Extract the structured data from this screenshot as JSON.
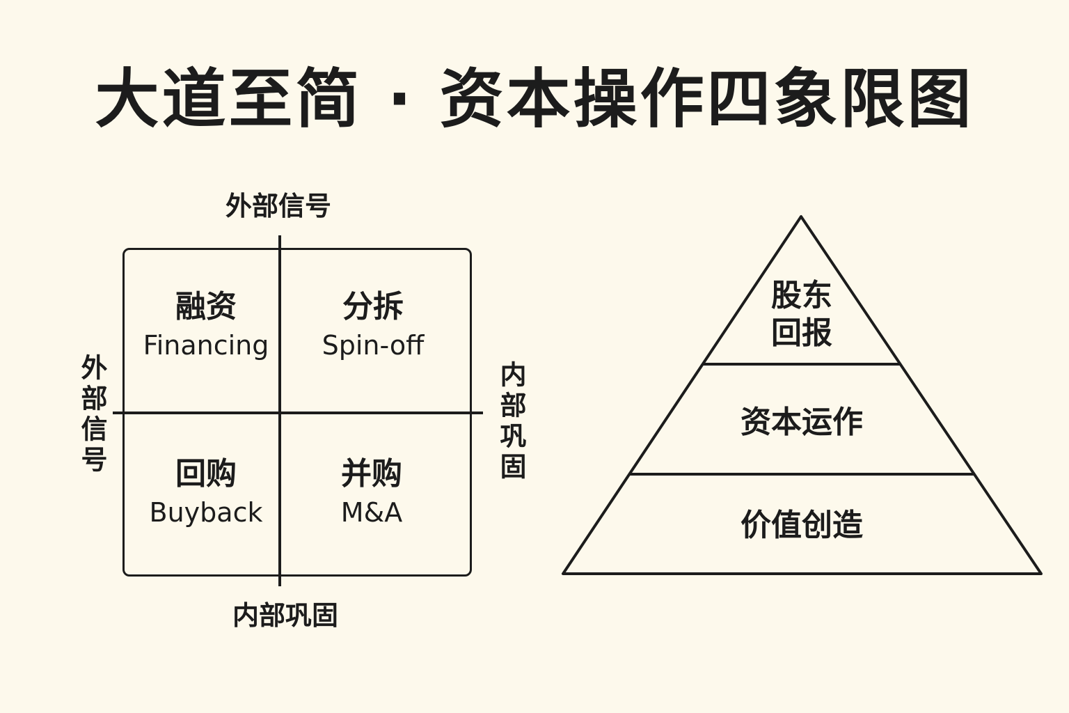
{
  "title": "大道至简 · 资本操作四象限图",
  "quadrant_chart": {
    "axis_top": "外部信号",
    "axis_left": "外部信号",
    "axis_right": "内部巩固",
    "axis_bottom": "内部巩固",
    "quadrants": {
      "top_left": {
        "zh": "融资",
        "en": "Financing"
      },
      "top_right": {
        "zh": "分拆",
        "en": "Spin-off"
      },
      "bottom_left": {
        "zh": "回购",
        "en": "Buyback"
      },
      "bottom_right": {
        "zh": "并购",
        "en": "M&A"
      }
    }
  },
  "pyramid": {
    "top_line1": "股东",
    "top_line2": "回报",
    "middle": "资本运作",
    "bottom": "价值创造"
  }
}
